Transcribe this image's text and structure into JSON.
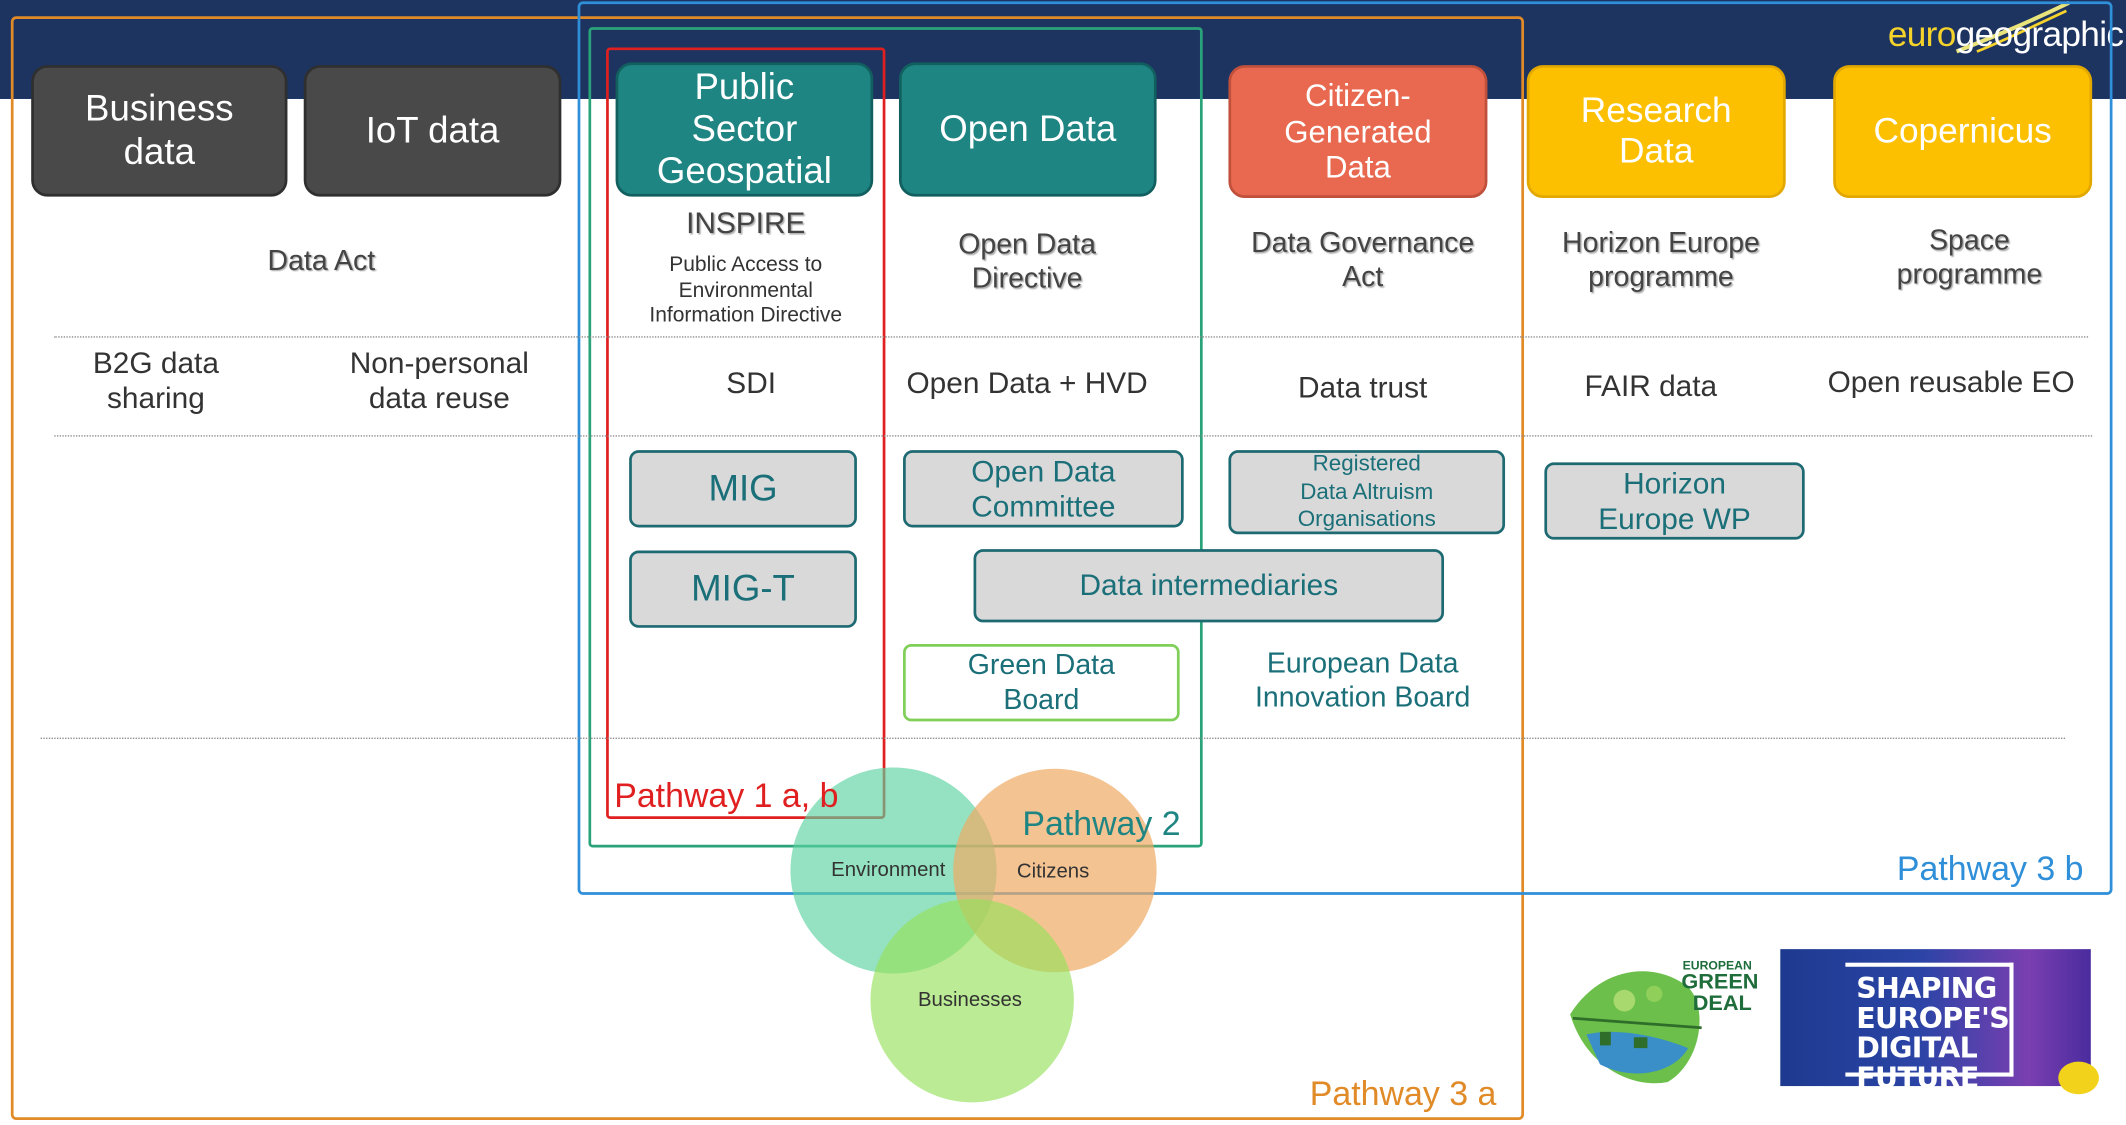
{
  "brand": {
    "logo_prefix": "euro",
    "logo_suffix": "geographic"
  },
  "top_boxes": {
    "business_data": "Business\ndata",
    "iot_data": "IoT data",
    "public_sector_geospatial": "Public\nSector\nGeospatial",
    "open_data": "Open Data",
    "citizen_generated_data": "Citizen-\nGenerated\nData",
    "research_data": "Research\nData",
    "copernicus": "Copernicus"
  },
  "legislation": {
    "data_act": "Data Act",
    "inspire": "INSPIRE",
    "public_access": "Public Access to\nEnvironmental\nInformation Directive",
    "open_data_directive": "Open Data\nDirective",
    "data_governance_act": "Data Governance\nAct",
    "horizon_europe_programme": "Horizon Europe\nprogramme",
    "space_programme": "Space\nprogramme"
  },
  "concepts": {
    "b2g": "B2G data\nsharing",
    "non_personal": "Non-personal\ndata reuse",
    "sdi": "SDI",
    "open_data_hvd": "Open Data + HVD",
    "data_trust": "Data trust",
    "fair_data": "FAIR data",
    "open_reusable_eo": "Open reusable EO"
  },
  "bodies": {
    "mig": "MIG",
    "mig_t": "MIG-T",
    "open_data_committee": "Open Data\nCommittee",
    "registered_daos": "Registered\nData Altruism\nOrganisations",
    "horizon_europe_wp": "Horizon\nEurope WP",
    "data_intermediaries": "Data intermediaries",
    "green_data_board": "Green Data\nBoard",
    "european_data_innovation_board": "European Data\nInnovation Board"
  },
  "pathways": {
    "p1": "Pathway 1 a, b",
    "p2": "Pathway 2",
    "p3a": "Pathway 3 a",
    "p3b": "Pathway 3 b"
  },
  "venn": {
    "environment": "Environment",
    "citizens": "Citizens",
    "businesses": "Businesses"
  },
  "logos": {
    "green_deal_small": "EUROPEAN",
    "green_deal_line1": "GREEN",
    "green_deal_line2": "DEAL",
    "digital_future": "SHAPING\nEUROPE'S\nDIGITAL FUTURE"
  },
  "colors": {
    "banner": "#1d3461",
    "grey_box": "#494949",
    "teal_box": "#1e8583",
    "red_box": "#e8694f",
    "yellow_box": "#fcc000",
    "pathway_1": "#e02020",
    "pathway_2": "#2aa37a",
    "pathway_3a": "#e08a28",
    "pathway_3b": "#2f8fd8"
  }
}
